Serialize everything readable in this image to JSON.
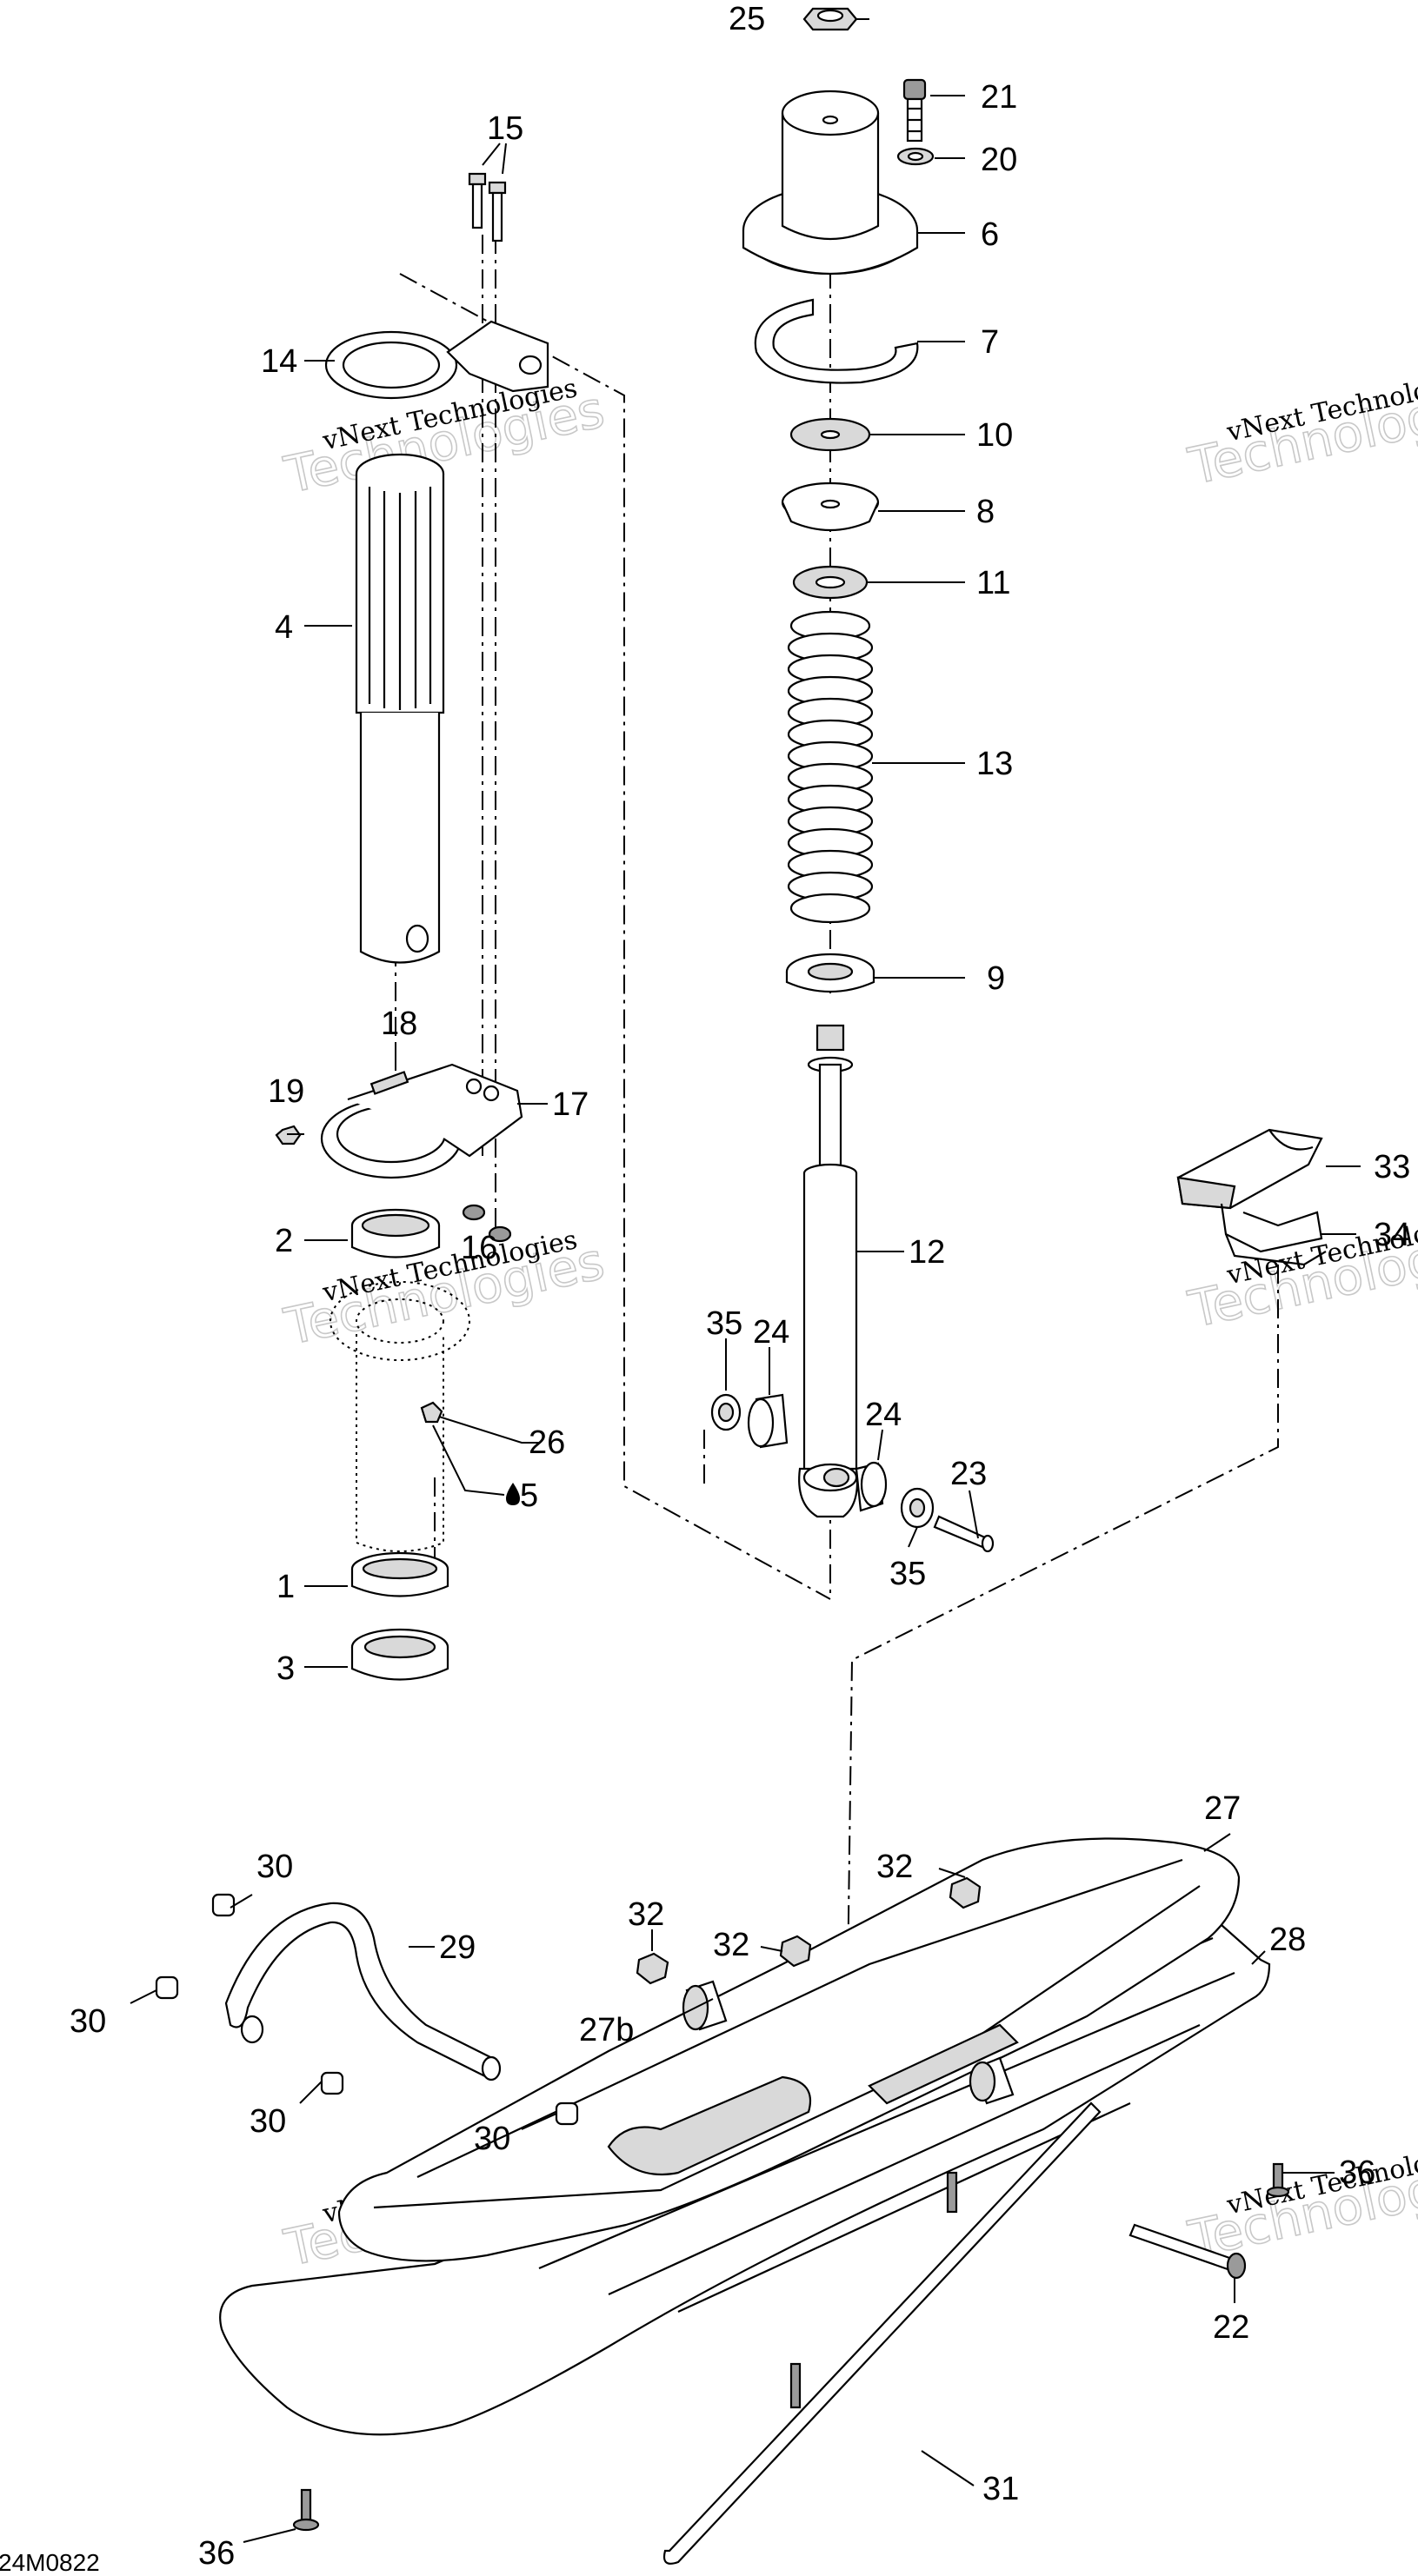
{
  "diagram": {
    "drawing_code": "24M0822",
    "watermark": {
      "line1": "vNext Technologies",
      "line2": "Technologies"
    },
    "callouts": {
      "c1": "1",
      "c2": "2",
      "c3": "3",
      "c4": "4",
      "c5": "5",
      "c6": "6",
      "c7": "7",
      "c8": "8",
      "c9": "9",
      "c10": "10",
      "c11": "11",
      "c12": "12",
      "c13": "13",
      "c14": "14",
      "c15": "15",
      "c16": "16",
      "c17": "17",
      "c18": "18",
      "c19": "19",
      "c20": "20",
      "c21": "21",
      "c22": "22",
      "c23": "23",
      "c24": "24",
      "c25": "25",
      "c26": "26",
      "c27": "27",
      "c27b": "27b",
      "c28": "28",
      "c29": "29",
      "c30": "30",
      "c31": "31",
      "c32": "32",
      "c33": "33",
      "c34": "34",
      "c35": "35",
      "c36": "36"
    },
    "symbols": {
      "oil_drop": "oil-drop-icon"
    }
  }
}
